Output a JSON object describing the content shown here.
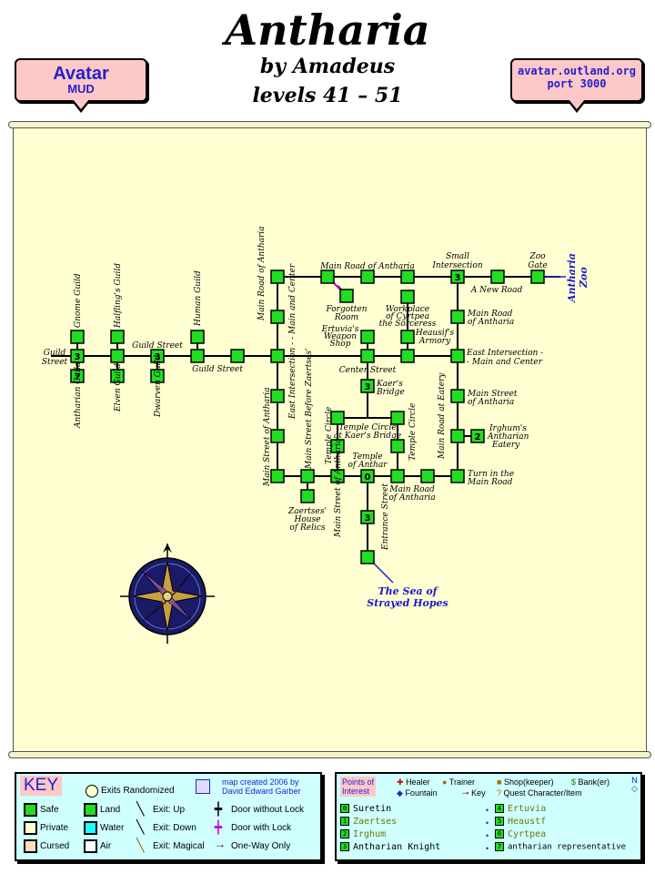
{
  "header": {
    "title": "Antharia",
    "byline": "by Amadeus",
    "levels": "levels 41 – 51",
    "left_badge_line1": "Avatar",
    "left_badge_line2": "MUD",
    "right_badge_line1": "avatar.outland.org",
    "right_badge_line2": "port 3000"
  },
  "map": {
    "labels": {
      "main_road_top": "Main Road of Antharia",
      "small_intersection_1": "Small",
      "small_intersection_2": "Intersection",
      "zoo_gate_1": "Zoo",
      "zoo_gate_2": "Gate",
      "antharia_zoo_1": "Antharia",
      "antharia_zoo_2": "Zoo",
      "new_road": "A New Road",
      "forgotten_1": "Forgotten",
      "forgotten_2": "Room",
      "workplace_1": "Workplace",
      "workplace_2": "of Cyrtpea",
      "workplace_3": "the Sorceress",
      "main_road_ne_1": "Main Road",
      "main_road_ne_2": "of Antharia",
      "ertuvia_1": "Ertuvia's",
      "ertuvia_2": "Weapon",
      "ertuvia_3": "Shop",
      "heausif_1": "Heausif's",
      "heausif_2": "Armory",
      "east_int_1": "East Intersection -",
      "east_int_2": "- Main and Center",
      "center_street": "Center Street",
      "kaers_1": "Kaer's",
      "kaers_2": "Bridge",
      "main_street_e_1": "Main Street",
      "main_street_e_2": "of Antharia",
      "irghum_1": "Irghum's",
      "irghum_2": "Antharian",
      "irghum_3": "Eatery",
      "temple_circle_kaer_1": "Temple Circle",
      "temple_circle_kaer_2": "at Kaer's Bridge",
      "temple_anthar_1": "Temple",
      "temple_anthar_2": "of Anthar",
      "main_road_s_1": "Main Road",
      "main_road_s_2": "of Antharia",
      "turn_main_1": "Turn in the",
      "turn_main_2": "Main Road",
      "zaertses_1": "Zaertses'",
      "zaertses_2": "House",
      "zaertses_3": "of Relics",
      "sea_1": "The Sea of",
      "sea_2": "Strayed Hopes",
      "guild_street_left_1": "Guild",
      "guild_street_left_2": "Street",
      "guild_street_mid": "Guild Street",
      "guild_street_low": "Guild Street",
      "gnome_guild": "Gnome Guild",
      "halfling_guild": "Halfling's Guild",
      "human_guild": "Human Guild",
      "antharian_guild": "Antharian Guild",
      "elven_guild": "Elven Guild",
      "dwarven_guild": "Dwarven Guild",
      "main_road_vert": "Main Road of Antharia",
      "east_int_vert": "East Intersection - - Main and Center",
      "main_street_vert": "Main Street of Antharia",
      "main_street_before": "Main Street Before Zaertses'",
      "temple_circle_left": "Temple Circle",
      "temple_circle_right": "Temple Circle",
      "main_road_eatery": "Main Road at Eatery",
      "main_street_s": "Main Street of Antharia",
      "entrance_street": "Entrance Street"
    },
    "numbers": {
      "n_small_int": "3",
      "n_gnome_row": "3",
      "n_guild_mid": "3",
      "n_antharian": "7",
      "n_kaers": "3",
      "n_temple": "0",
      "n_entrance": "3",
      "n_irghum": "2"
    }
  },
  "key": {
    "title": "KEY",
    "exits_randomized": "Exits Randomized",
    "credit_1": "map created 2006 by",
    "credit_2": "David Edward Garber",
    "safe": "Safe",
    "private": "Private",
    "cursed": "Cursed",
    "land": "Land",
    "water": "Water",
    "air": "Air",
    "exit_up": "Exit: Up",
    "exit_down": "Exit: Down",
    "exit_magical": "Exit: Magical",
    "door_no_lock": "Door without Lock",
    "door_lock": "Door with Lock",
    "one_way": "One-Way Only"
  },
  "poi": {
    "title_1": "Points of",
    "title_2": "Interest",
    "healer": "Healer",
    "trainer": "Trainer",
    "shop": "Shop(keeper)",
    "bank": "Bank(er)",
    "fountain": "Fountain",
    "keyitem": "Key",
    "quest": "Quest Character/Item",
    "entries_left": [
      {
        "n": "0",
        "name": "Suretin"
      },
      {
        "n": "1",
        "name": "Zaertses"
      },
      {
        "n": "2",
        "name": "Irghum"
      },
      {
        "n": "3",
        "name": "Antharian Knight"
      }
    ],
    "entries_right": [
      {
        "n": "4",
        "name": "Ertuvia"
      },
      {
        "n": "5",
        "name": "Heaustf"
      },
      {
        "n": "6",
        "name": "Cyrtpea"
      },
      {
        "n": "7",
        "name": "antharian representative"
      }
    ]
  },
  "colors": {
    "room": "#22dd22",
    "parchment": "#ffffd2",
    "badge": "#ffc8c8",
    "key_bg": "#cfffff",
    "blue_text": "#1a1acc"
  }
}
